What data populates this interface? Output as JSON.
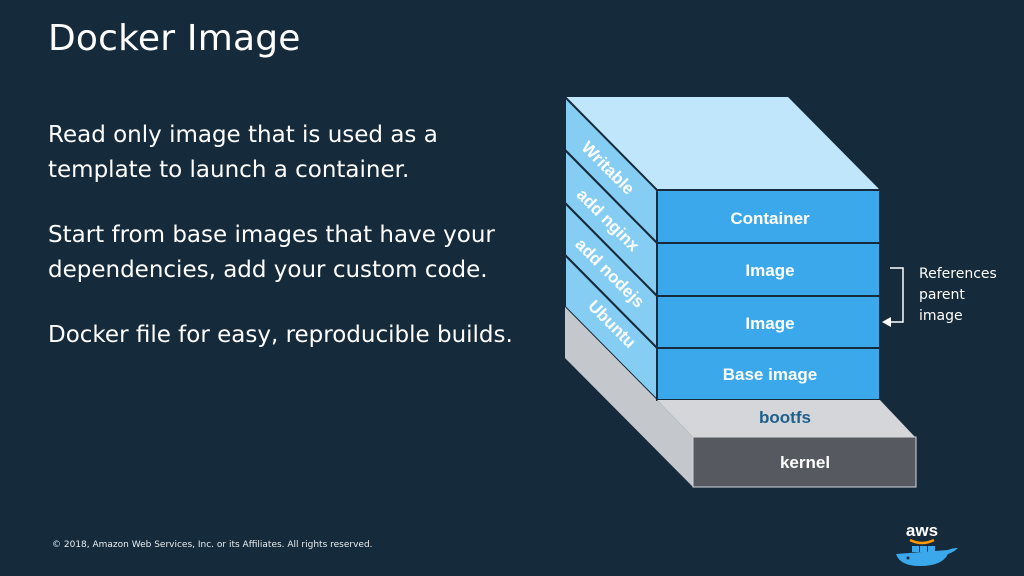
{
  "slide": {
    "title": "Docker Image",
    "bullets": [
      "Read only image that is used as a template to launch a container.",
      "Start from base images that have your dependencies, add your custom code.",
      "Docker file for easy, reproducible builds."
    ],
    "footer": "© 2018, Amazon Web Services, Inc. or its Affiliates. All rights reserved.",
    "logo_text": "aws"
  },
  "diagram": {
    "front_layers": [
      "Container",
      "Image",
      "Image",
      "Base image",
      "bootfs",
      "kernel"
    ],
    "side_labels": [
      "Writable",
      "add nginx",
      "add nodejs",
      "Ubuntu"
    ],
    "reference_note": [
      "References",
      "parent",
      "image"
    ]
  },
  "colors": {
    "background": "#152a3a",
    "layer_blue": "#3aa8ea",
    "top_face": "#bfe6fb",
    "side_face": "#86cdf3",
    "bootfs": "#d4d6d9",
    "kernel": "#565a60",
    "bootfs_text": "#1f5f8c"
  }
}
